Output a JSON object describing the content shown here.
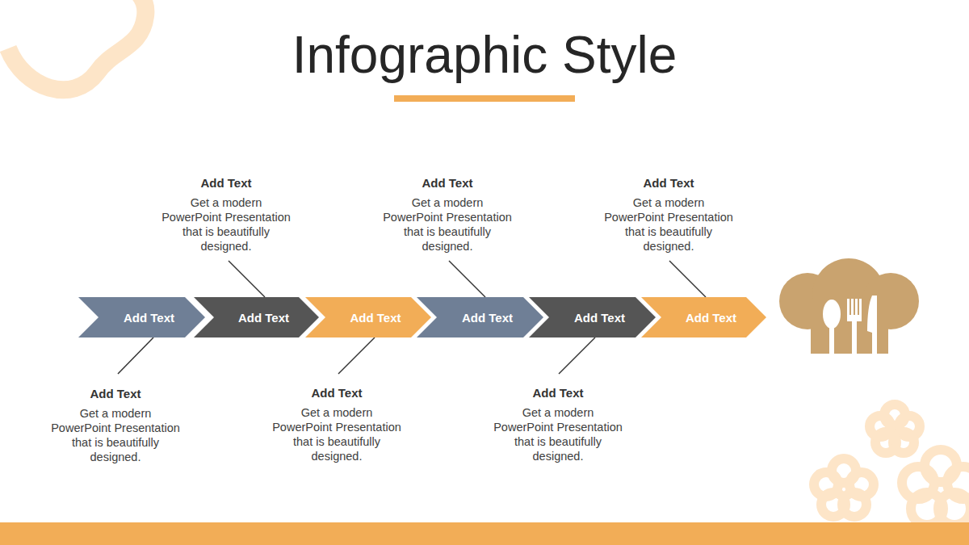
{
  "diagram": {
    "title": "Infographic Style",
    "nodes": [
      {
        "text": [
          "Add Text"
        ]
      },
      {
        "text": [
          "Add Text"
        ]
      },
      {
        "text": [
          "Add Text"
        ]
      },
      {
        "text": [
          "Add Text"
        ]
      },
      {
        "text": [
          "Add Text"
        ]
      },
      {
        "text": [
          "Add Text"
        ]
      }
    ],
    "labels": [
      "Add Text",
      "Get a modern PowerPoint Presentation that is beautifully designed.",
      "Add Text",
      "Get a modern PowerPoint Presentation that is beautifully designed.",
      "Add Text",
      "Get a modern PowerPoint Presentation that is beautifully designed.",
      "Add Text",
      "Get a modern PowerPoint Presentation that is beautifully designed.",
      "Add Text",
      "Get a modern PowerPoint Presentation that is beautifully designed.",
      "Add Text",
      "Get a modern PowerPoint Presentation that is beautifully designed."
    ]
  }
}
